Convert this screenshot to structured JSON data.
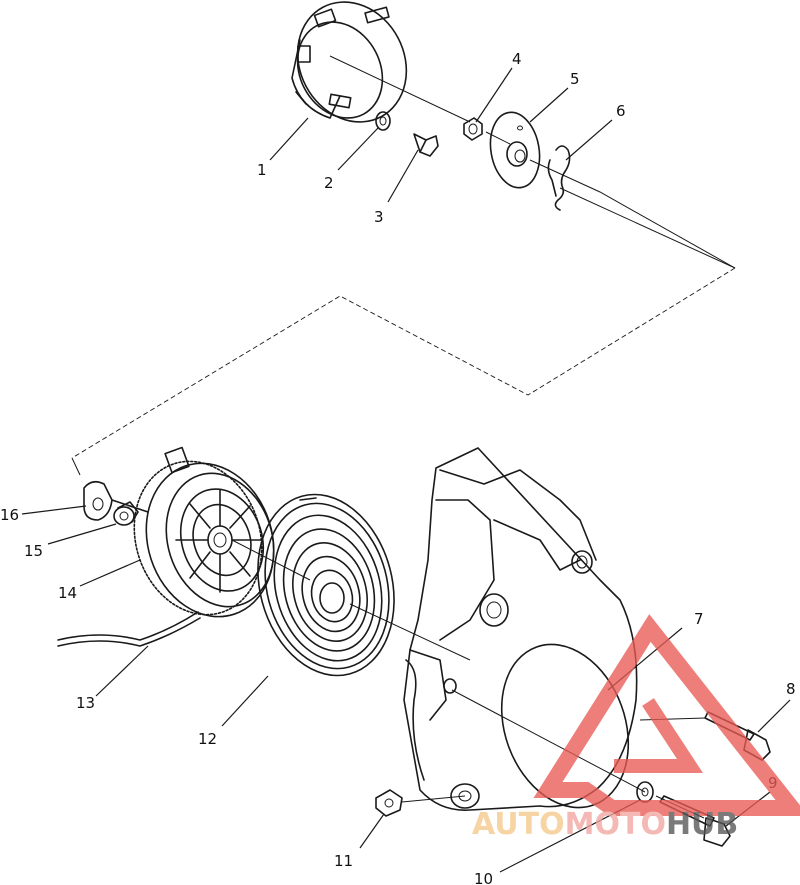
{
  "callouts": [
    {
      "id": "1",
      "label": "1"
    },
    {
      "id": "2",
      "label": "2"
    },
    {
      "id": "3",
      "label": "3"
    },
    {
      "id": "4",
      "label": "4"
    },
    {
      "id": "5",
      "label": "5"
    },
    {
      "id": "6",
      "label": "6"
    },
    {
      "id": "7",
      "label": "7"
    },
    {
      "id": "8",
      "label": "8"
    },
    {
      "id": "9",
      "label": "9"
    },
    {
      "id": "10",
      "label": "10"
    },
    {
      "id": "11",
      "label": "11"
    },
    {
      "id": "12",
      "label": "12"
    },
    {
      "id": "13",
      "label": "13"
    },
    {
      "id": "14",
      "label": "14"
    },
    {
      "id": "15",
      "label": "15"
    },
    {
      "id": "16",
      "label": "16"
    }
  ],
  "watermark": {
    "part_a": "AUTO",
    "part_b": "MOTO",
    "part_c": "HUB",
    "color_a": "#f5c98a",
    "color_b": "#f2a6a0",
    "color_c": "#555555",
    "triangle_color": "#e85a55"
  }
}
